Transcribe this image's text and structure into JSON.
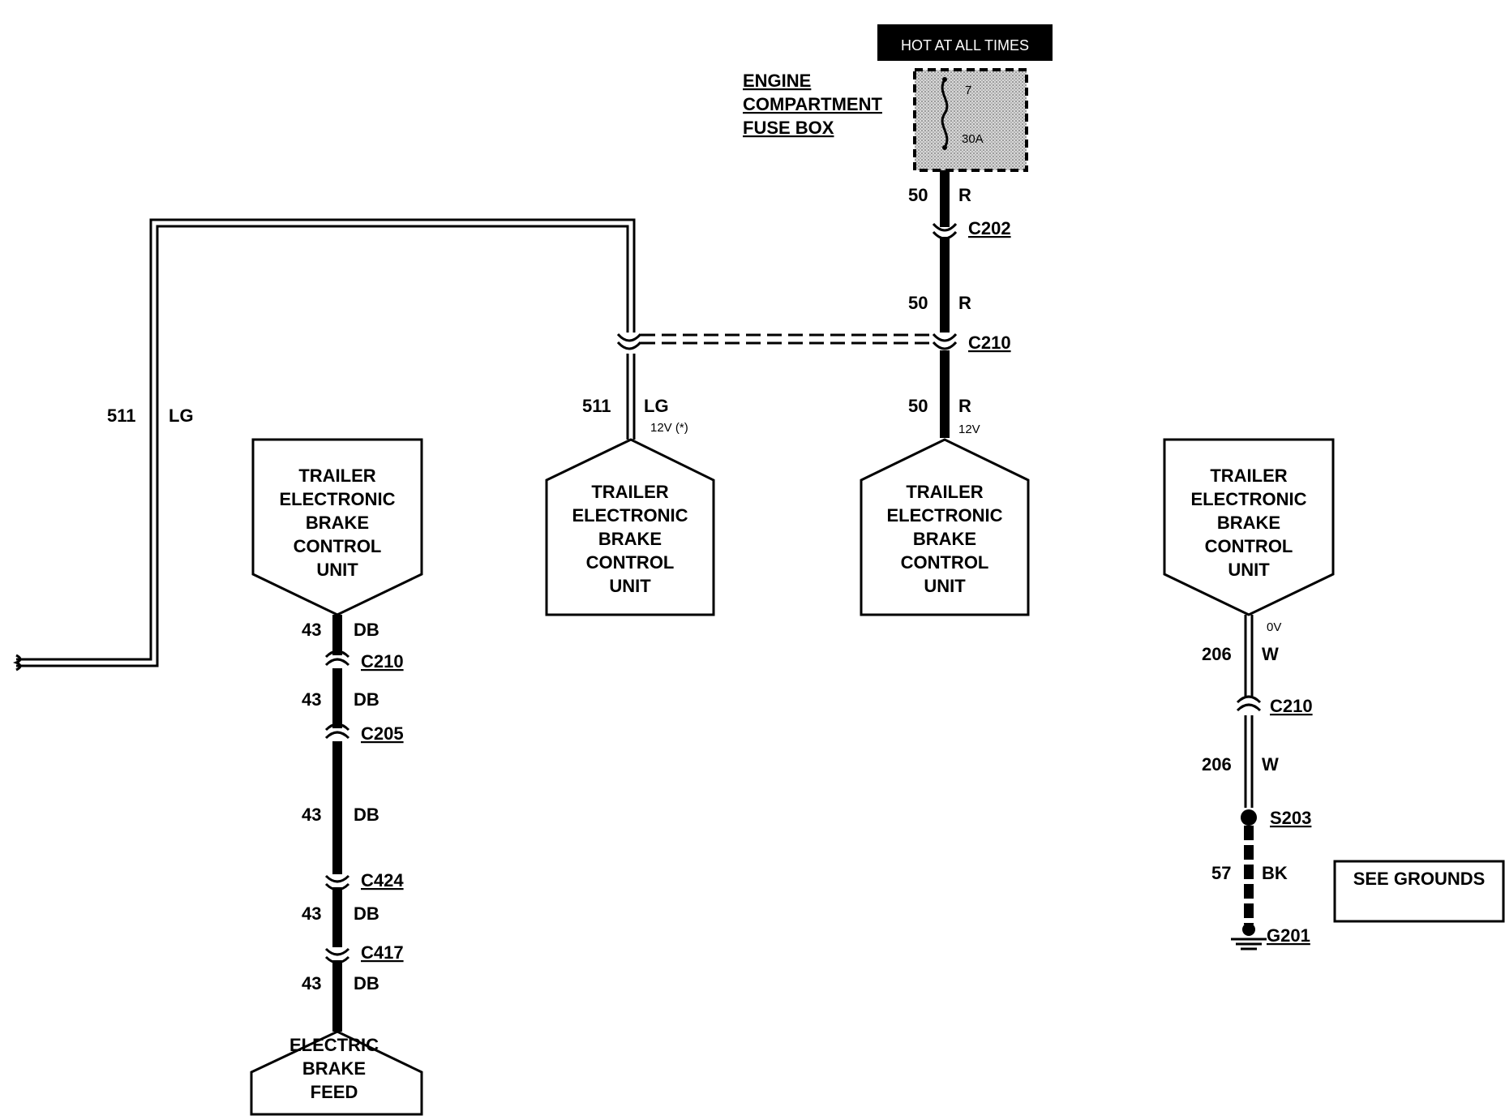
{
  "hot_at_all_times": "HOT AT ALL TIMES",
  "fuse_box": {
    "line1": "ENGINE",
    "line2": "COMPARTMENT",
    "line3": "FUSE BOX",
    "fuse_number": "7",
    "fuse_rating": "30A"
  },
  "wire_circuit_50": "50",
  "wire_color_r": "R",
  "wire_circuit_511": "511",
  "wire_color_lg": "LG",
  "wire_circuit_43": "43",
  "wire_color_db": "DB",
  "wire_circuit_206": "206",
  "wire_color_w": "W",
  "wire_circuit_57": "57",
  "wire_color_bk": "BK",
  "voltage_12v_star": "12V (*)",
  "voltage_12v": "12V",
  "voltage_0v": "0V",
  "connectors": {
    "c202": "C202",
    "c210": "C210",
    "c205": "C205",
    "c424": "C424",
    "c417": "C417",
    "s203": "S203",
    "g201": "G201"
  },
  "module_lines": [
    "TRAILER",
    "ELECTRONIC",
    "BRAKE",
    "CONTROL",
    "UNIT"
  ],
  "feed_lines": [
    "ELECTRIC",
    "BRAKE",
    "FEED"
  ],
  "see_grounds": "SEE GROUNDS"
}
